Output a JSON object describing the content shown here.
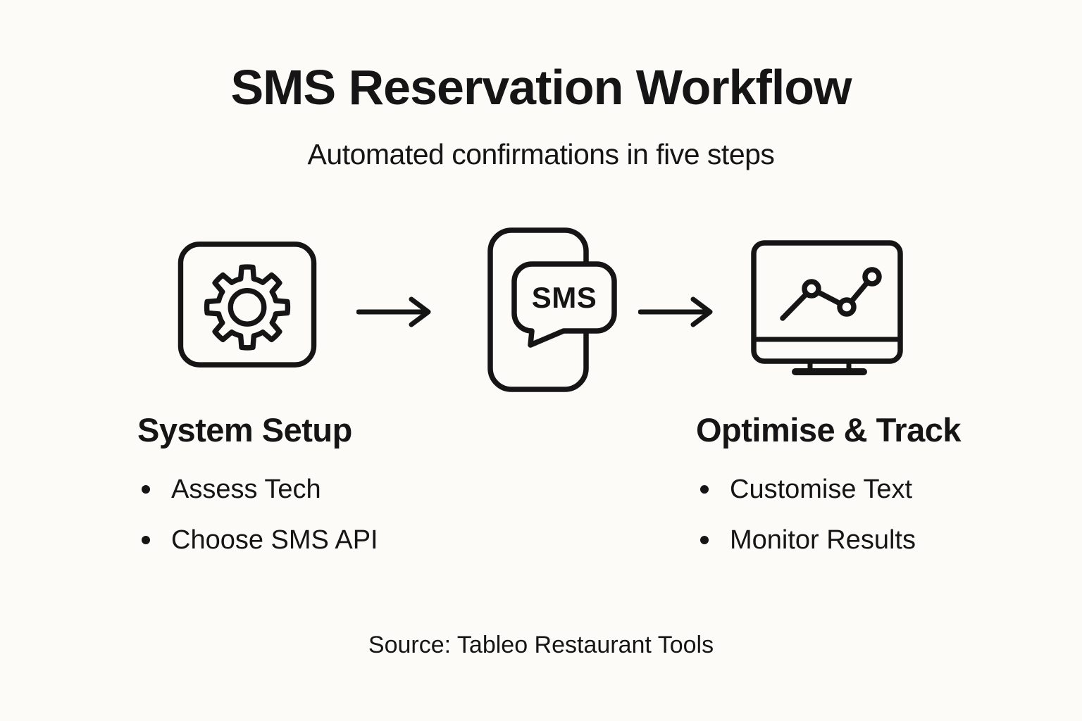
{
  "header": {
    "title": "SMS Reservation Workflow",
    "subtitle": "Automated confirmations in five steps"
  },
  "diagram": {
    "icons": [
      "gear-in-rounded-square",
      "phone-with-sms-bubble",
      "monitor-with-line-chart"
    ],
    "sms_badge": "SMS",
    "arrow_count": 2
  },
  "sections": {
    "left": {
      "heading": "System Setup",
      "bullets": [
        "Assess Tech",
        "Choose SMS API"
      ]
    },
    "right": {
      "heading": "Optimise & Track",
      "bullets": [
        "Customise Text",
        "Monitor Results"
      ]
    }
  },
  "footer": {
    "source": "Source: Tableo Restaurant Tools"
  },
  "colors": {
    "background": "#fcfbf8",
    "ink": "#151515"
  }
}
